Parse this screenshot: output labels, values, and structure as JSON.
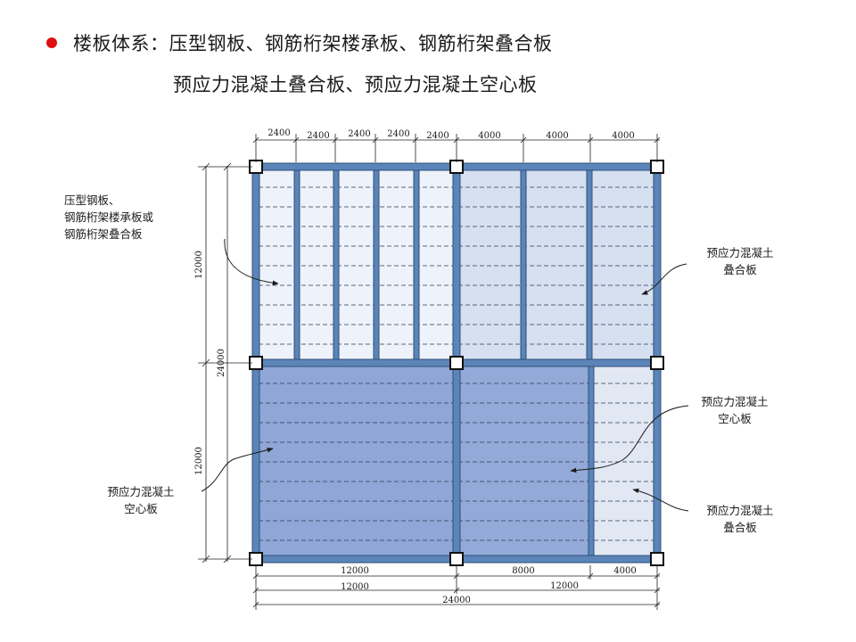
{
  "header": {
    "title_line1": "楼板体系：压型钢板、钢筋桁架楼承板、钢筋桁架叠合板",
    "title_line2": "预应力混凝土叠合板、预应力混凝土空心板"
  },
  "colors": {
    "bullet": "#e01010",
    "beam": "#5b84b8",
    "beam_edge": "#2f4f7a",
    "slab_light": "#eef2fa",
    "slab_composite": "#d6e0f0",
    "slab_hollow": "#8fa6d6",
    "slab_right_composite": "#e2e8f3"
  },
  "dimensions": {
    "top": [
      "2400",
      "2400",
      "2400",
      "2400",
      "2400",
      "4000",
      "4000",
      "4000"
    ],
    "left_segments": [
      "12000",
      "12000"
    ],
    "left_total": "24000",
    "bottom_row1": [
      "12000",
      "8000",
      "4000"
    ],
    "bottom_row2": [
      "12000",
      "12000"
    ],
    "bottom_total": "24000"
  },
  "annotations": {
    "steel_deck": [
      "压型钢板、",
      "钢筋桁架楼承板或",
      "钢筋桁架叠合板"
    ],
    "composite_upper_right": [
      "预应力混凝土",
      "叠合板"
    ],
    "hollow_center": [
      "预应力混凝土",
      "空心板"
    ],
    "hollow_left": [
      "预应力混凝土",
      "空心板"
    ],
    "composite_lower_right": [
      "预应力混凝土",
      "叠合板"
    ]
  }
}
